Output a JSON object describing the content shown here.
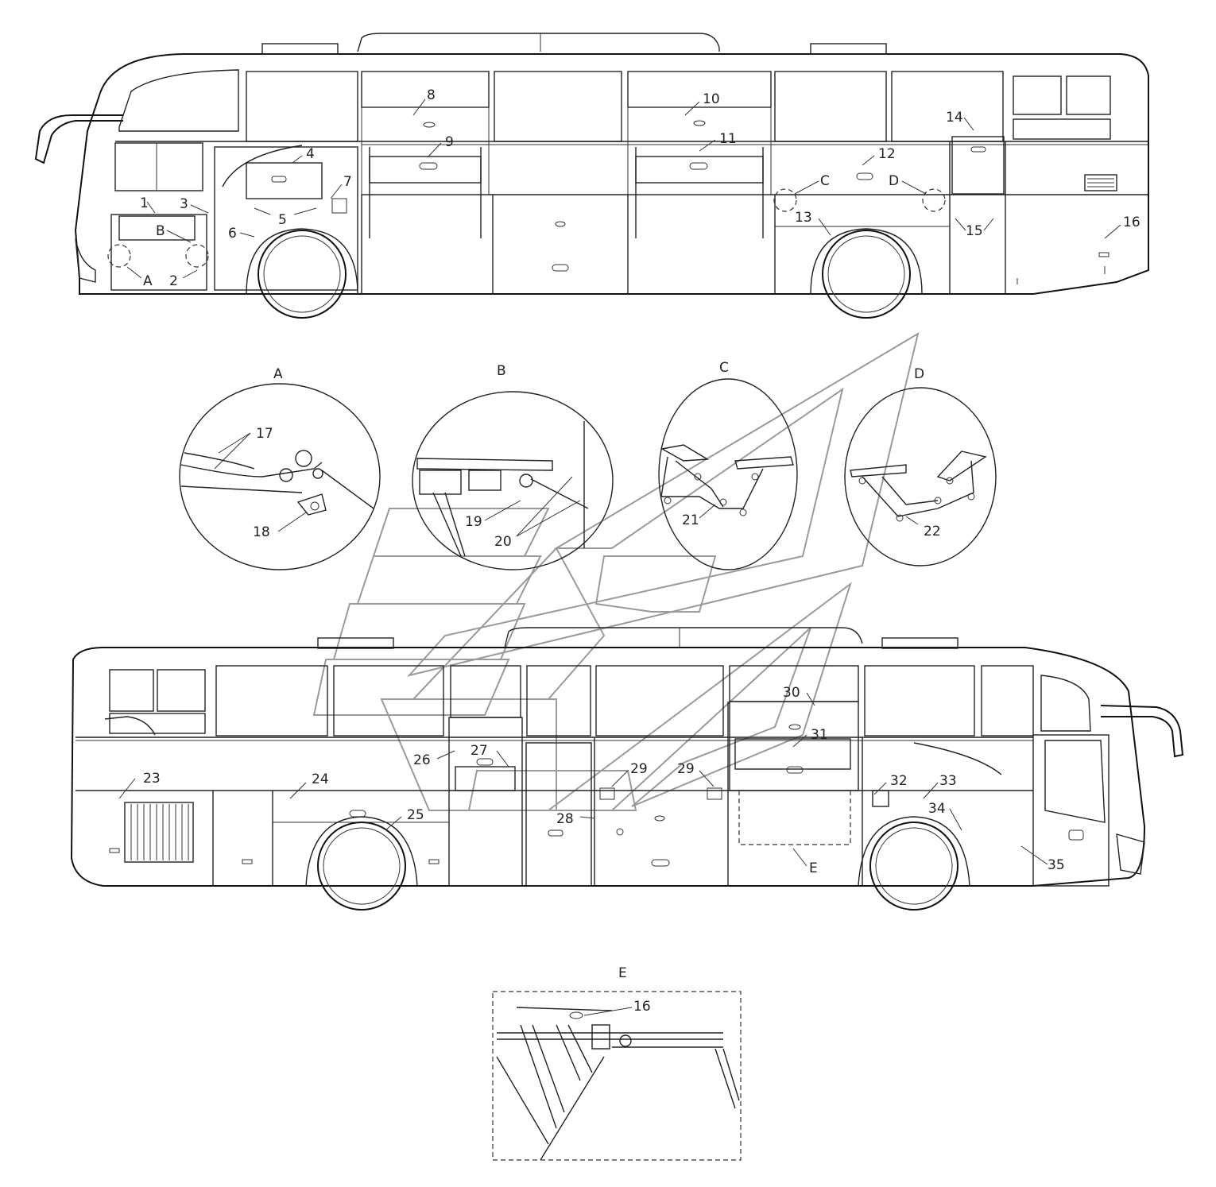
{
  "diagram": {
    "top_labels": [
      "1",
      "2",
      "3",
      "4",
      "5",
      "6",
      "7",
      "8",
      "9",
      "10",
      "11",
      "12",
      "13",
      "14",
      "15",
      "16",
      "A",
      "B",
      "C",
      "D"
    ],
    "detail_titles": [
      "A",
      "B",
      "C",
      "D",
      "E"
    ],
    "detail_labels": [
      "17",
      "18",
      "19",
      "20",
      "21",
      "22"
    ],
    "bottom_labels": [
      "23",
      "24",
      "25",
      "26",
      "27",
      "28",
      "29",
      "29",
      "30",
      "31",
      "32",
      "33",
      "34",
      "35",
      "E"
    ],
    "detail_e_label": "16"
  }
}
